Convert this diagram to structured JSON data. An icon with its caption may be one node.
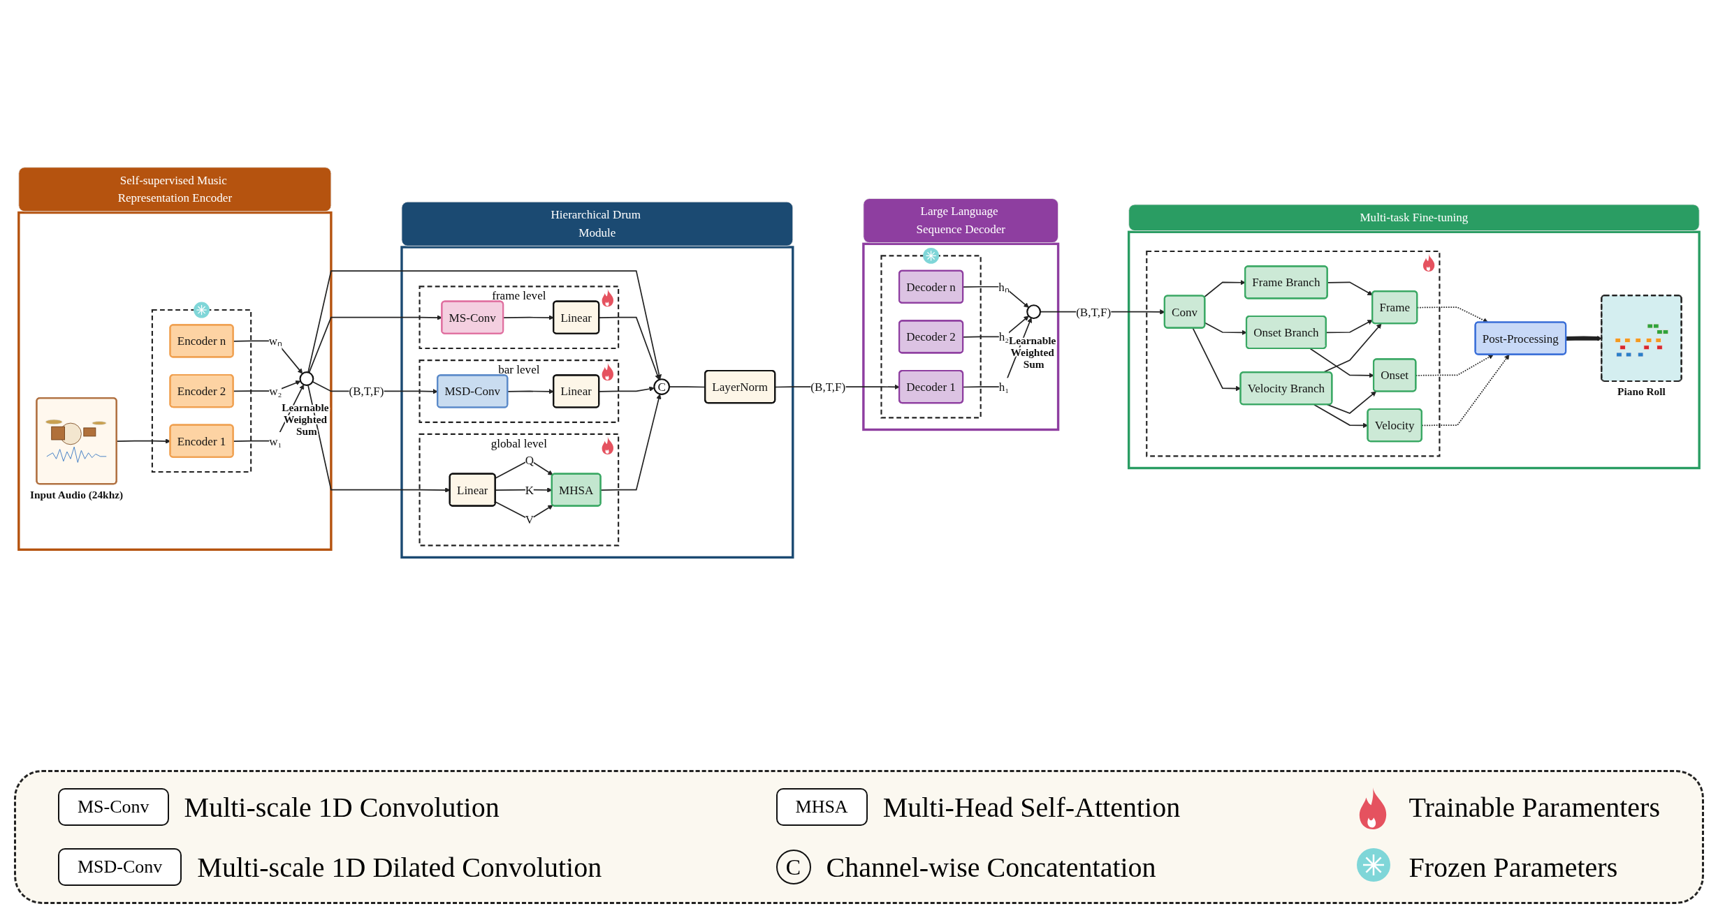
{
  "diagram": {
    "nodes": [
      {
        "text": [
          "Self-supervised Music Representation Encoder"
        ]
      },
      {
        "text": [],
        "shape": "box",
        "in": 0
      },
      {
        "text": [
          "Encoder n"
        ],
        "in": 1
      },
      {
        "text": [
          "Encoder 2"
        ],
        "in": 1
      },
      {
        "text": [
          "Encoder 1"
        ],
        "in": 1
      },
      {
        "text": [],
        "shape": "circle",
        "in": 0,
        "beside": [
          "Learnable Weighted Sum"
        ]
      },
      {
        "text": [],
        "shape": "picture",
        "in": 0,
        "beside": [
          "Input Audio (24khz)"
        ]
      },
      {
        "text": [
          "Hierarchical Drum Module"
        ]
      },
      {
        "text": [
          "frame level"
        ],
        "in": 7
      },
      {
        "text": [
          "MS-Conv"
        ],
        "in": 8
      },
      {
        "text": [
          "Linear"
        ],
        "in": 8
      },
      {
        "text": [
          "bar level"
        ],
        "in": 7
      },
      {
        "text": [
          "MSD-Conv"
        ],
        "in": 11
      },
      {
        "text": [
          "Linear"
        ],
        "in": 11
      },
      {
        "text": [
          "global level"
        ],
        "in": 7
      },
      {
        "text": [
          "Linear"
        ],
        "in": 14
      },
      {
        "text": [
          "MHSA"
        ],
        "in": 14
      },
      {
        "text": [
          "C"
        ],
        "in": 7
      },
      {
        "text": [
          "LayerNorm"
        ],
        "in": 7
      },
      {
        "text": [
          "Large Language Sequence Decoder"
        ]
      },
      {
        "text": [],
        "shape": "box",
        "in": 19
      },
      {
        "text": [
          "Decoder n"
        ],
        "in": 20
      },
      {
        "text": [
          "Decoder 2"
        ],
        "in": 20
      },
      {
        "text": [
          "Decoder 1"
        ],
        "in": 20
      },
      {
        "text": [],
        "shape": "circle",
        "in": 19,
        "beside": [
          "Learnable Weighted Sum"
        ]
      },
      {
        "text": [
          "Multi-task Fine-tuning"
        ]
      },
      {
        "text": [],
        "shape": "box",
        "in": 25
      },
      {
        "text": [
          "Conv"
        ],
        "in": 26
      },
      {
        "text": [
          "Frame Branch"
        ],
        "in": 26
      },
      {
        "text": [
          "Onset Branch"
        ],
        "in": 26
      },
      {
        "text": [
          "Velocity Branch"
        ],
        "in": 26
      },
      {
        "text": [
          "Frame"
        ],
        "in": 26
      },
      {
        "text": [
          "Onset"
        ],
        "in": 26
      },
      {
        "text": [
          "Velocity"
        ],
        "in": 26
      },
      {
        "text": [
          "Post-Processing"
        ],
        "in": 25
      },
      {
        "text": [],
        "shape": "picture",
        "in": 25,
        "beside": [
          "Piano Roll"
        ]
      }
    ],
    "edges": [
      {
        "from": 2,
        "to": 5,
        "arrow": "to",
        "label": "wₙ"
      },
      {
        "from": 3,
        "to": 5,
        "arrow": "to",
        "label": "w₂"
      },
      {
        "from": 4,
        "to": 5,
        "arrow": "to",
        "label": "w₁"
      },
      {
        "from": 6,
        "to": 4,
        "arrow": "to"
      },
      {
        "from": 5,
        "to": 9,
        "arrow": "to"
      },
      {
        "from": 5,
        "to": 12,
        "arrow": "to",
        "label": "(B,T,F)"
      },
      {
        "from": 5,
        "to": 15,
        "arrow": "to"
      },
      {
        "from": 5,
        "to": 17,
        "arrow": "to"
      },
      {
        "from": 9,
        "to": 10,
        "arrow": "to"
      },
      {
        "from": 10,
        "to": 17,
        "arrow": "to"
      },
      {
        "from": 12,
        "to": 13,
        "arrow": "to"
      },
      {
        "from": 13,
        "to": 17,
        "arrow": "to"
      },
      {
        "from": 15,
        "to": 16,
        "arrow": "to",
        "label": "Q"
      },
      {
        "from": 15,
        "to": 16,
        "arrow": "to",
        "label": "K"
      },
      {
        "from": 15,
        "to": 16,
        "arrow": "to",
        "label": "V"
      },
      {
        "from": 16,
        "to": 17,
        "arrow": "to"
      },
      {
        "from": 17,
        "to": 18,
        "arrow": "none"
      },
      {
        "from": 18,
        "to": 23,
        "arrow": "to",
        "label": "(B,T,F)"
      },
      {
        "from": 21,
        "to": 24,
        "arrow": "to",
        "label": "hₙ"
      },
      {
        "from": 22,
        "to": 24,
        "arrow": "to",
        "label": "h₂"
      },
      {
        "from": 23,
        "to": 24,
        "arrow": "to",
        "label": "h₁"
      },
      {
        "from": 24,
        "to": 27,
        "arrow": "to",
        "label": "(B,T,F)"
      },
      {
        "from": 27,
        "to": 28,
        "arrow": "to"
      },
      {
        "from": 27,
        "to": 29,
        "arrow": "to"
      },
      {
        "from": 27,
        "to": 30,
        "arrow": "to"
      },
      {
        "from": 28,
        "to": 31,
        "arrow": "to"
      },
      {
        "from": 29,
        "to": 32,
        "arrow": "to"
      },
      {
        "from": 29,
        "to": 31,
        "arrow": "to"
      },
      {
        "from": 30,
        "to": 33,
        "arrow": "to"
      },
      {
        "from": 30,
        "to": 32,
        "arrow": "to"
      },
      {
        "from": 30,
        "to": 31,
        "arrow": "to"
      },
      {
        "from": 31,
        "to": 34,
        "arrow": "to",
        "style": "dashed"
      },
      {
        "from": 32,
        "to": 34,
        "arrow": "to",
        "style": "dashed"
      },
      {
        "from": 33,
        "to": 34,
        "arrow": "to",
        "style": "dashed"
      },
      {
        "from": 34,
        "to": 35,
        "arrow": "to",
        "style": "thick"
      }
    ],
    "labels": [
      "MS-Conv",
      "MHSA",
      "MSD-Conv",
      "C"
    ],
    "legend": [
      {
        "text": "Multi-scale 1D Convolution"
      },
      {
        "text": "Multi-Head Self-Attention"
      },
      {
        "text": "Trainable Paramenters"
      },
      {
        "text": "Multi-scale 1D Dilated Convolution"
      },
      {
        "text": "Channel-wise Concatentation"
      },
      {
        "text": "Frozen Parameters"
      }
    ]
  }
}
